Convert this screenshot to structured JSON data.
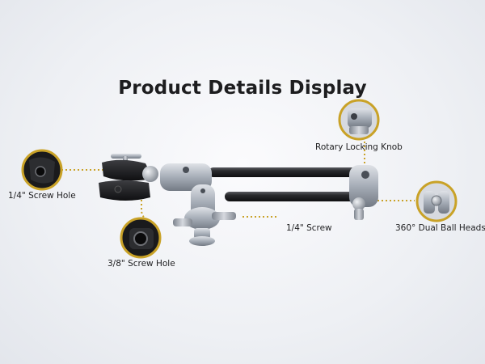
{
  "title": "Product Details Display",
  "callouts": {
    "quarter_inch_screw_hole": "1/4\" Screw Hole",
    "three_eighths_screw_hole": "3/8\" Screw Hole",
    "quarter_inch_screw": "1/4\" Screw",
    "rotary_locking_knob": "Rotary Locking Knob",
    "dual_ball_heads": "360° Dual Ball Heads"
  },
  "colors": {
    "callout_gold": "#c9a227",
    "title": "#1d1d1f",
    "metal": "#a7adb6",
    "rod": "#1b1b1d",
    "clamp": "#1a1a1c"
  }
}
